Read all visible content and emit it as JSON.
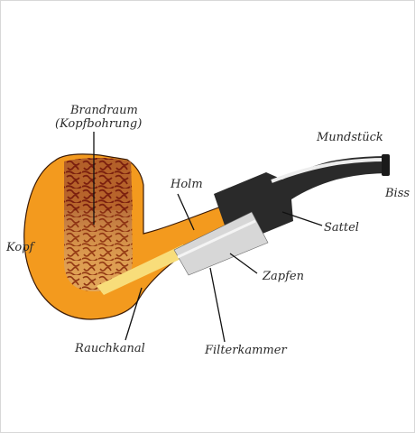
{
  "colors": {
    "bowl": "#F39A1E",
    "bowl_highlight": "#F7B04A",
    "tobacco_dark": "#7A1E0E",
    "tobacco_light": "#C8782A",
    "smoke_channel": "#F8DD7A",
    "stem": "#2A2A2A",
    "tenon": "#D7D7D7",
    "leader": "#111111"
  },
  "labels": {
    "brandraum_line1": "Brandraum",
    "brandraum_line2": "(Kopfbohrung)",
    "mundstueck": "Mundstück",
    "biss": "Biss",
    "holm": "Holm",
    "sattel": "Sattel",
    "kopf": "Kopf",
    "zapfen": "Zapfen",
    "rauchkanal": "Rauchkanal",
    "filterkammer": "Filterkammer"
  }
}
